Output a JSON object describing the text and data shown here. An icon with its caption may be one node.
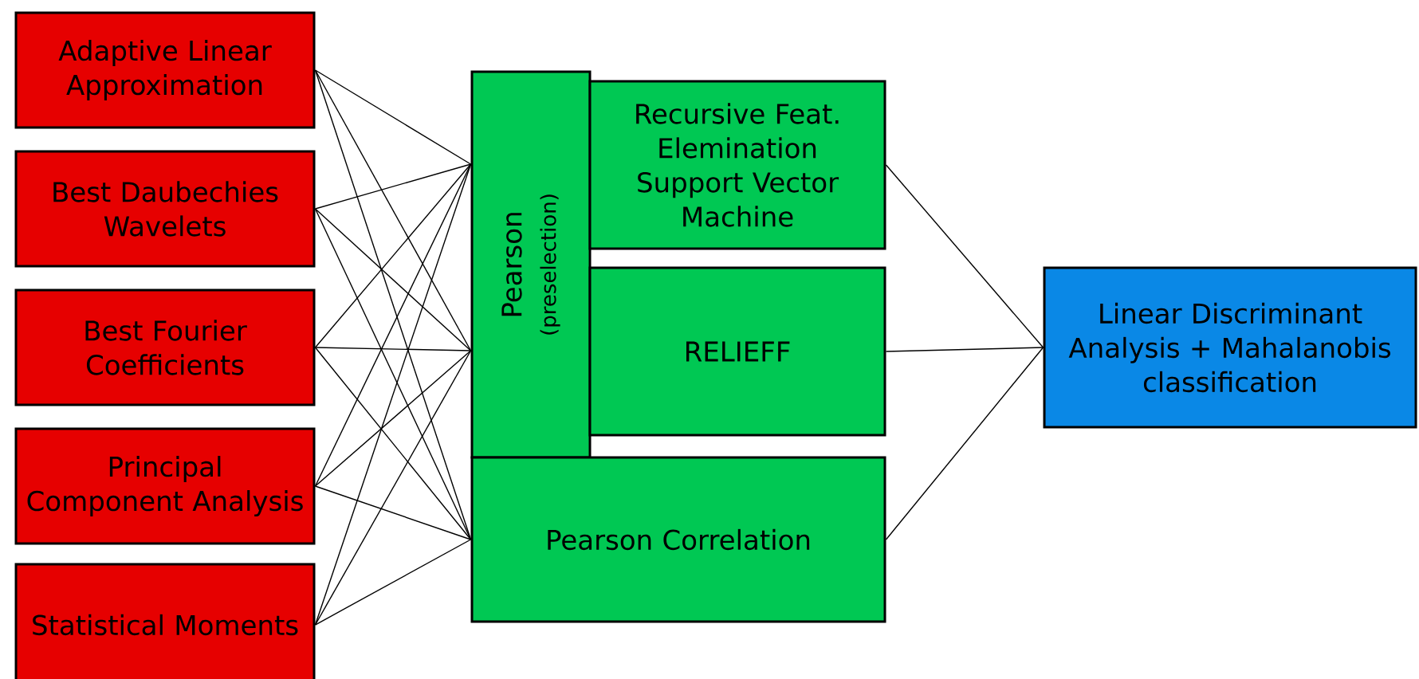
{
  "diagram": {
    "nodes": [
      {
        "text": [
          "Adaptive Linear Approximation"
        ]
      },
      {
        "text": [
          "Best Daubechies Wavelets"
        ]
      },
      {
        "text": [
          "Best Fourier Coefficients"
        ]
      },
      {
        "text": [
          "Principal Component Analysis"
        ]
      },
      {
        "text": [
          "Statistical Moments"
        ]
      },
      {
        "text": [
          "Pearson",
          "(preselection)"
        ]
      },
      {
        "text": [
          "Recursive Feat. Elemination Support Vector Machine"
        ]
      },
      {
        "text": [
          "RELIEFF"
        ]
      },
      {
        "text": [
          "Pearson Correlation"
        ]
      },
      {
        "text": [
          "Linear Discriminant Analysis + Mahalanobis classification"
        ]
      }
    ],
    "edges": [
      {
        "from": 0,
        "to": 5,
        "arrow": "none"
      },
      {
        "from": 0,
        "to": 5,
        "arrow": "none"
      },
      {
        "from": 0,
        "to": 8,
        "arrow": "none"
      },
      {
        "from": 1,
        "to": 5,
        "arrow": "none"
      },
      {
        "from": 1,
        "to": 5,
        "arrow": "none"
      },
      {
        "from": 1,
        "to": 8,
        "arrow": "none"
      },
      {
        "from": 2,
        "to": 5,
        "arrow": "none"
      },
      {
        "from": 2,
        "to": 5,
        "arrow": "none"
      },
      {
        "from": 2,
        "to": 8,
        "arrow": "none"
      },
      {
        "from": 3,
        "to": 5,
        "arrow": "none"
      },
      {
        "from": 3,
        "to": 5,
        "arrow": "none"
      },
      {
        "from": 3,
        "to": 8,
        "arrow": "none"
      },
      {
        "from": 4,
        "to": 5,
        "arrow": "none"
      },
      {
        "from": 4,
        "to": 5,
        "arrow": "none"
      },
      {
        "from": 4,
        "to": 8,
        "arrow": "none"
      },
      {
        "from": 6,
        "to": 9,
        "arrow": "none"
      },
      {
        "from": 7,
        "to": 9,
        "arrow": "none"
      },
      {
        "from": 8,
        "to": 9,
        "arrow": "none"
      }
    ]
  }
}
